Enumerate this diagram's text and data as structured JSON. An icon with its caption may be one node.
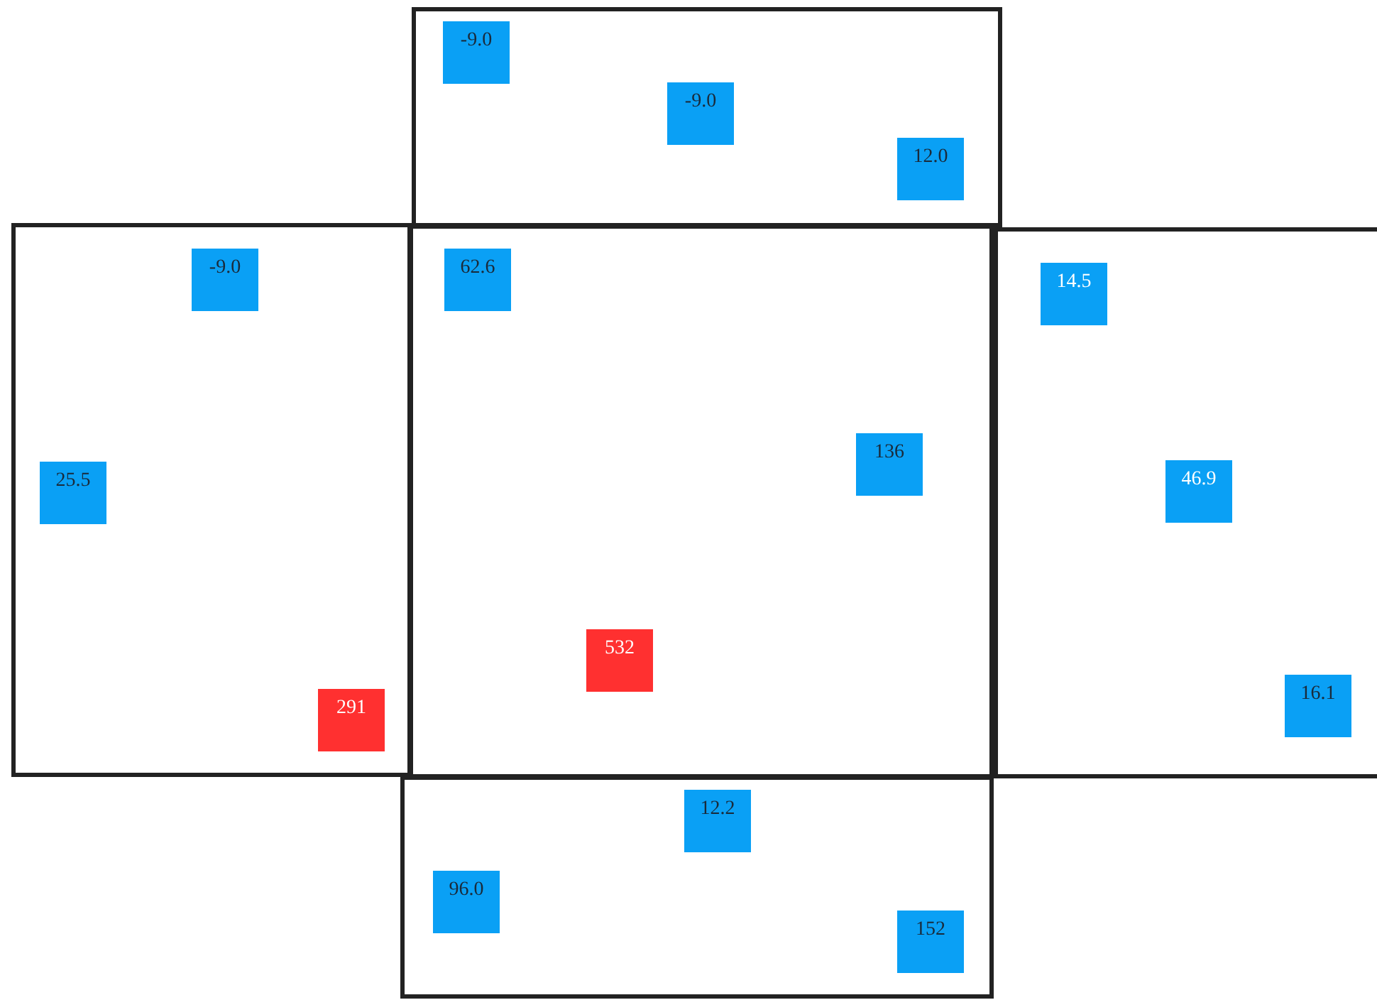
{
  "diagram": {
    "nodes": [
      {
        "text": [],
        "shape": "box"
      },
      {
        "text": [
          "-9.0"
        ],
        "in": 0
      },
      {
        "text": [
          "-9.0"
        ],
        "in": 0
      },
      {
        "text": [
          "12.0"
        ],
        "in": 0
      },
      {
        "text": [],
        "shape": "box"
      },
      {
        "text": [
          "-9.0"
        ],
        "in": 4
      },
      {
        "text": [
          "25.5"
        ],
        "in": 4
      },
      {
        "text": [
          "291"
        ],
        "in": 4
      },
      {
        "text": [],
        "shape": "box"
      },
      {
        "text": [
          "62.6"
        ],
        "in": 8
      },
      {
        "text": [
          "136"
        ],
        "in": 8
      },
      {
        "text": [
          "532"
        ],
        "in": 8
      },
      {
        "text": [],
        "shape": "box"
      },
      {
        "text": [
          "14.5"
        ],
        "in": 12
      },
      {
        "text": [
          "46.9"
        ],
        "in": 12
      },
      {
        "text": [
          "16.1"
        ],
        "in": 12
      },
      {
        "text": [],
        "shape": "box"
      },
      {
        "text": [
          "12.2"
        ],
        "in": 16
      },
      {
        "text": [
          "96.0"
        ],
        "in": 16
      },
      {
        "text": [
          "152"
        ],
        "in": 16
      }
    ]
  }
}
